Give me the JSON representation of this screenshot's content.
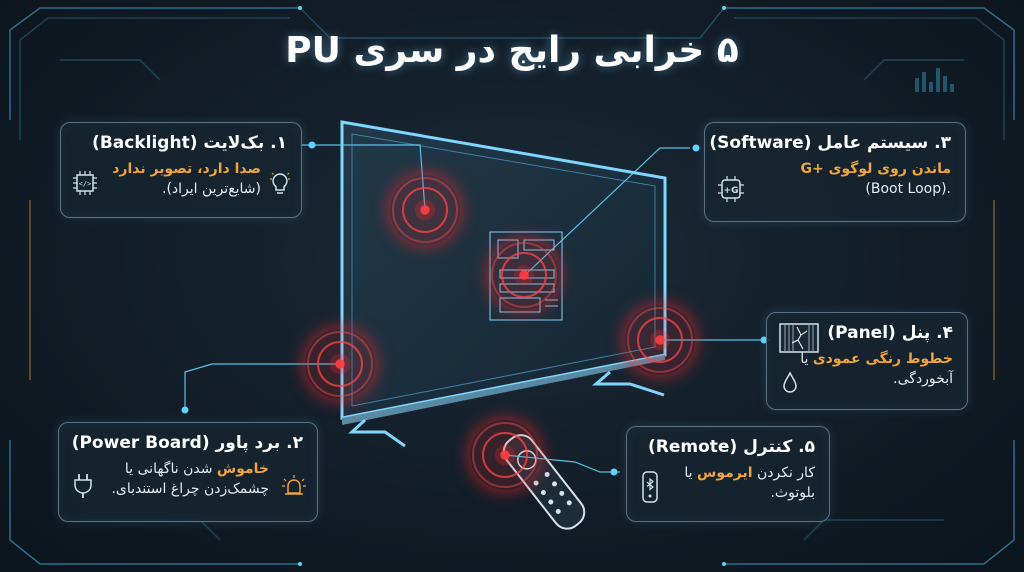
{
  "title": "۵ خرابی رایج در سری PU",
  "cards": {
    "backlight": {
      "title": "۱. بک‌لایت (Backlight)",
      "line1": "صدا دارد، تصویر ندارد",
      "line2": "(شایع‌ترین ایراد)."
    },
    "software": {
      "title": "۳. سیستم عامل (Software)",
      "line1": "ماندن روی لوگوی +G",
      "line2": "(Boot Loop)."
    },
    "panel": {
      "title": "۴. پنل (Panel)",
      "line1_hl": "خطوط رنگی عمودی",
      "line1_rest": " یا",
      "line2": "آبخوردگی."
    },
    "power": {
      "title": "۲. برد پاور (Power Board)",
      "line1_hl": "خاموش",
      "line1_rest": " شدن ناگهانی یا",
      "line2": "چشمک‌زدن چراغ استندبای."
    },
    "remote": {
      "title": "۵. کنترل (Remote)",
      "line1_a": "کار نکردن ",
      "line1_hl": "ایرموس",
      "line1_b": " یا",
      "line2": "بلوتوث."
    }
  },
  "icons": {
    "backlight": [
      "chip-icon",
      "lightbulb-icon"
    ],
    "software": "g-plus-chip-icon",
    "panel": [
      "cracked-screen-icon",
      "water-drop-icon"
    ],
    "power": [
      "plug-icon",
      "warning-light-icon"
    ],
    "remote": "bluetooth-remote-icon"
  },
  "colors": {
    "highlight": "#f2a53a",
    "glow": "#5fd3ff",
    "hotspot": "#ff3b3b"
  }
}
